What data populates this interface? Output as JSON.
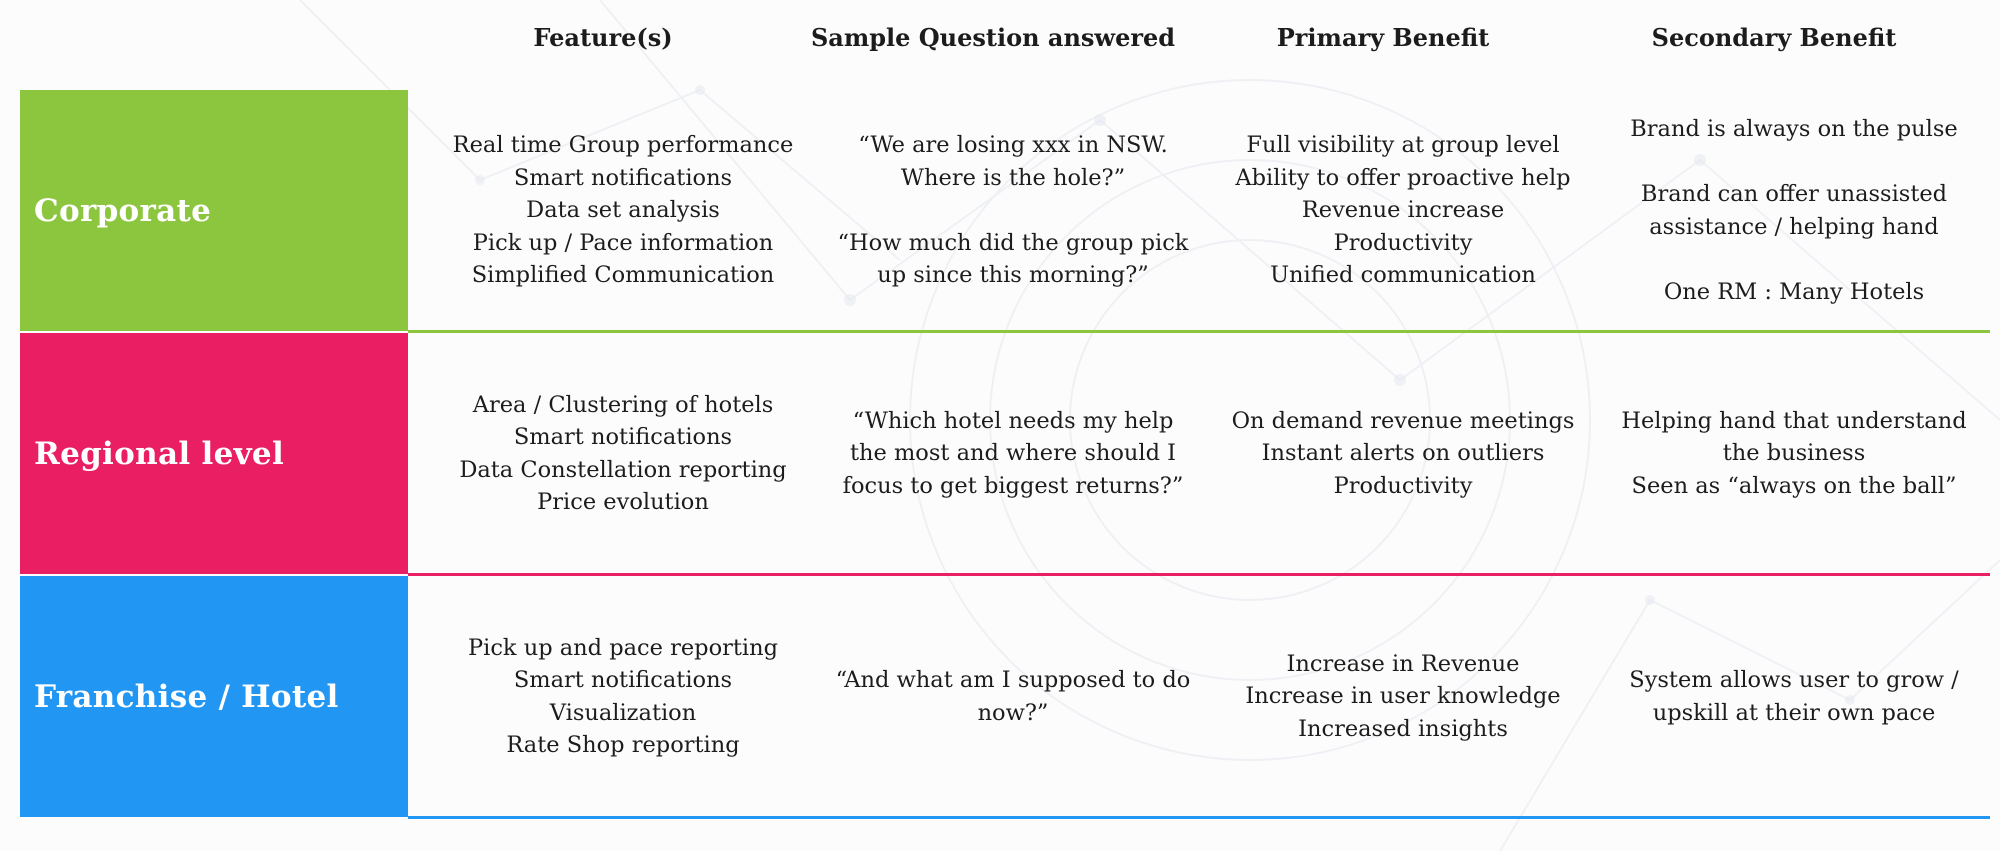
{
  "header": {
    "features": "Feature(s)",
    "question": "Sample Question answered",
    "primary": "Primary Benefit",
    "secondary": "Secondary Benefit"
  },
  "colors": {
    "corporate": "#8cc63f",
    "regional": "#e91e63",
    "franchise": "#2196f3"
  },
  "rows": [
    {
      "label": "Corporate",
      "features": [
        "Real time Group performance",
        "Smart notifications",
        "Data set analysis",
        "Pick up / Pace information",
        "Simplified Communication"
      ],
      "question": [
        "“We are losing xxx in NSW.",
        "Where is the hole?”",
        "",
        "“How much did the group pick",
        "up since this morning?”"
      ],
      "primary": [
        "Full visibility at group level",
        "Ability to offer proactive help",
        "Revenue increase",
        "Productivity",
        "Unified communication"
      ],
      "secondary": [
        "Brand is always on the pulse",
        "",
        "Brand can offer unassisted",
        "assistance / helping hand",
        "",
        "One RM : Many Hotels"
      ]
    },
    {
      "label": "Regional level",
      "features": [
        "Area / Clustering of hotels",
        "Smart notifications",
        "Data Constellation reporting",
        "Price evolution"
      ],
      "question": [
        "“Which hotel needs my help",
        "the most and where should I",
        "focus to get biggest returns?”"
      ],
      "primary": [
        "On demand revenue meetings",
        "Instant alerts on outliers",
        "Productivity"
      ],
      "secondary": [
        "Helping hand that understand",
        "the business",
        "Seen as “always on the ball”"
      ]
    },
    {
      "label": "Franchise / Hotel",
      "features": [
        "Pick up and pace reporting",
        "Smart notifications",
        "Visualization",
        "Rate Shop reporting"
      ],
      "question": [
        "“And what am I supposed to do",
        "now?”"
      ],
      "primary": [
        "Increase in Revenue",
        "Increase in user knowledge",
        "Increased insights"
      ],
      "secondary": [
        "System allows user to grow /",
        "upskill at their own pace"
      ]
    }
  ]
}
